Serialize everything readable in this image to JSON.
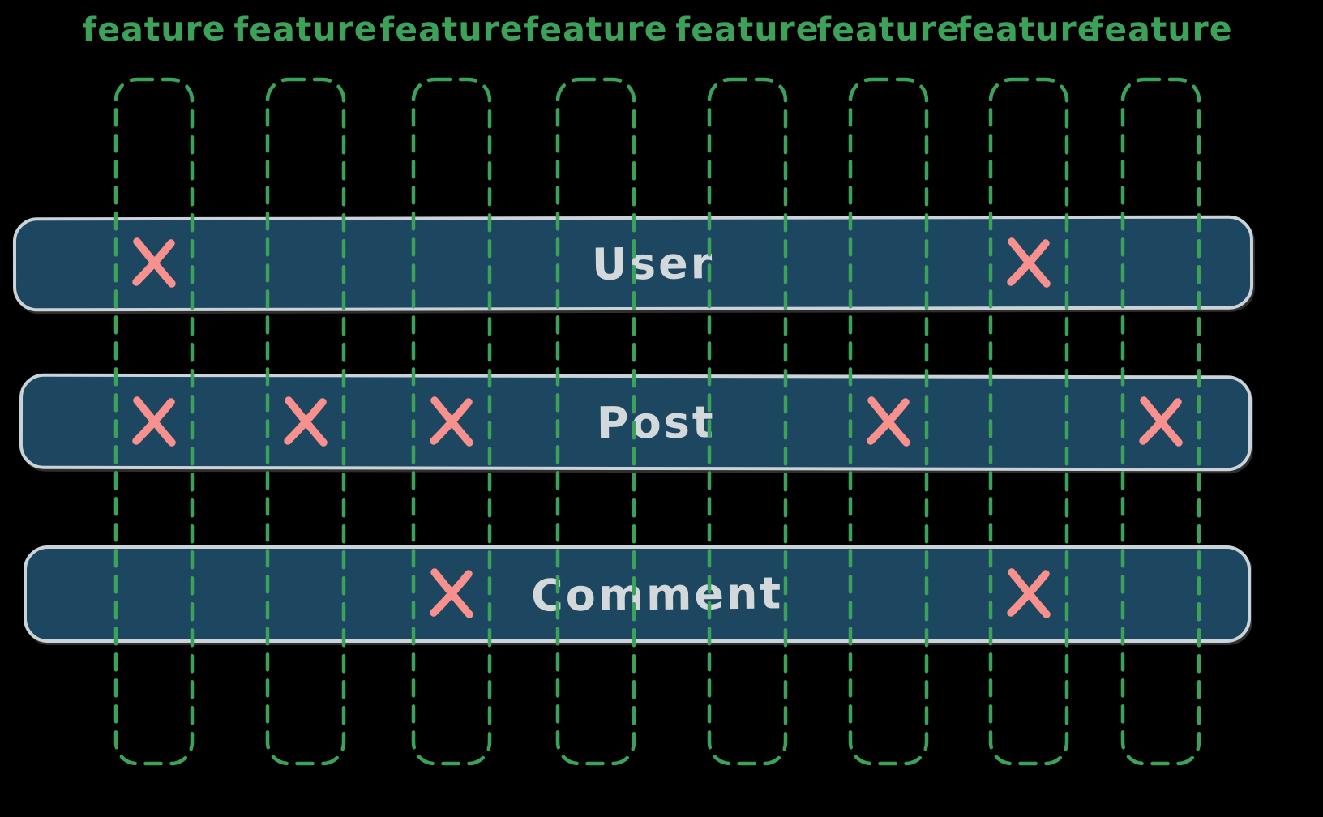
{
  "colors": {
    "background": "#000000",
    "green": "#3ca25a",
    "navy": "#1d4661",
    "row_border": "#ccd3d8",
    "row_text": "#d3d8db",
    "x_mark": "#f8908d"
  },
  "features": [
    "feature",
    "feature",
    "feature",
    "feature",
    "feature",
    "feature",
    "feature",
    "feature"
  ],
  "rows": [
    {
      "label": "User",
      "x_columns": [
        0,
        6
      ]
    },
    {
      "label": "Post",
      "x_columns": [
        0,
        1,
        2,
        5,
        7
      ]
    },
    {
      "label": "Comment",
      "x_columns": [
        2,
        6
      ]
    }
  ]
}
